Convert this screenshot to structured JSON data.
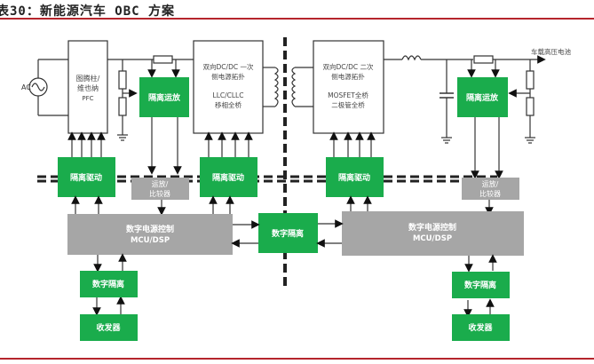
{
  "title": "表30：新能源汽车 OBC 方案",
  "labels": {
    "ac": "AC",
    "battery": "车载高压电池",
    "pfc_line1": "图腾柱/",
    "pfc_line2": "维也纳",
    "pfc_line3": "PFC",
    "primary_line1": "双向DC/DC 一次",
    "primary_line2": "侧电源拓扑",
    "primary_line3": "LLC/CLLC",
    "primary_line4": "移相全桥",
    "secondary_line1": "双向DC/DC 二次",
    "secondary_line2": "侧电源拓扑",
    "secondary_line3": "MOSFET全桥",
    "secondary_line4": "二极管全桥",
    "iso_amp": "隔离运放",
    "iso_driver": "隔离驱动",
    "opamp_line1": "运放/",
    "opamp_line2": "比较器",
    "mcu_line1": "数字电源控制",
    "mcu_line2": "MCU/DSP",
    "digital_iso": "数字隔离",
    "transceiver": "收发器"
  },
  "colors": {
    "green": "#1aac4c",
    "gray": "#a6a6a6",
    "line": "#333333",
    "accent": "#b5252c"
  }
}
